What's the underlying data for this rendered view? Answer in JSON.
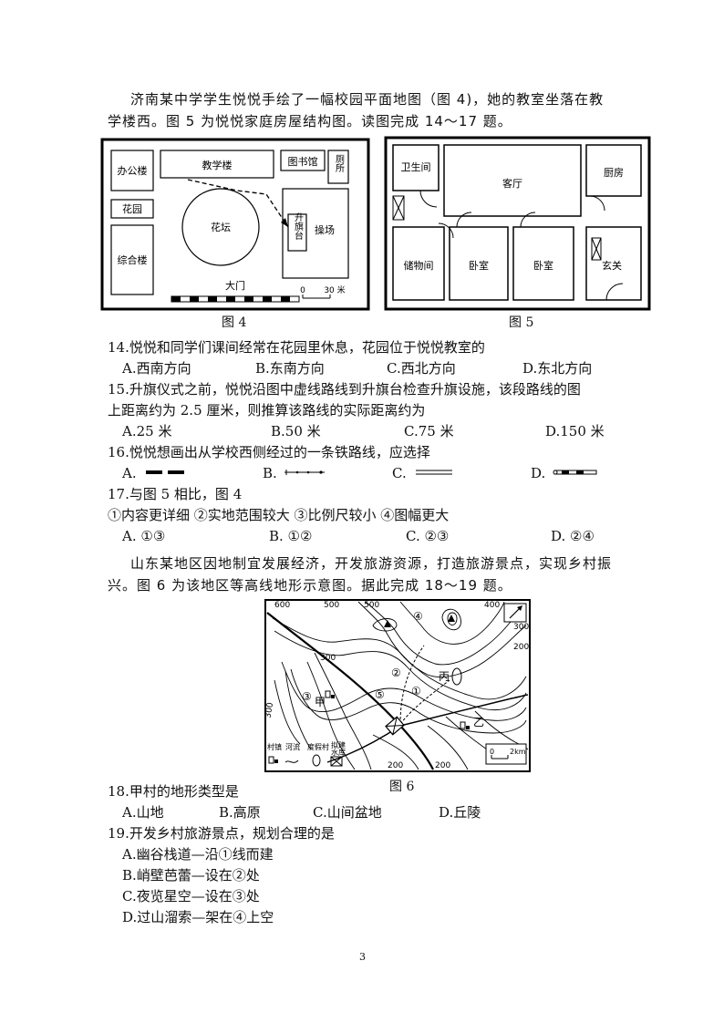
{
  "intro1": {
    "line1": "济南某中学学生悦悦手绘了一幅校园平面地图（图 4)，她的教室坐落在教",
    "line2": "学楼西。图 5 为悦悦家庭房屋结构图。读图完成 14～17 题。"
  },
  "fig4": {
    "caption": "图 4",
    "labels": {
      "office": "办公楼",
      "teaching": "教学楼",
      "library": "图书馆",
      "toilet": "厕所",
      "garden": "花园",
      "flowerbed": "花坛",
      "flag": "升旗台",
      "playground": "操场",
      "complex": "综合楼",
      "gate": "大门"
    },
    "scale": {
      "zero": "0",
      "value": "30 米"
    }
  },
  "fig5": {
    "caption": "图 5",
    "labels": {
      "bathroom": "卫生间",
      "living": "客厅",
      "kitchen": "厨房",
      "storage": "储物间",
      "bedroom1": "卧室",
      "bedroom2": "卧室",
      "entrance": "玄关"
    }
  },
  "q14": {
    "stem": "14.悦悦和同学们课间经常在花园里休息，花园位于悦悦教室的",
    "a": "A.西南方向",
    "b": "B.东南方向",
    "c": "C.西北方向",
    "d": "D.东北方向"
  },
  "q15": {
    "stem1": "15.升旗仪式之前，悦悦沿图中虚线路线到升旗台检查升旗设施，该段路线的图",
    "stem2": "上距离约为 2.5 厘米，则推算该路线的实际距离约为",
    "a": "A.25 米",
    "b": "B.50 米",
    "c": "C.75 米",
    "d": "D.150 米"
  },
  "q16": {
    "stem": "16.悦悦想画出从学校西侧经过的一条铁路线，应选择",
    "a": "A.",
    "b": "B.",
    "c": "C.",
    "d": "D."
  },
  "q17": {
    "stem": "17.与图 5 相比，图 4",
    "items": "①内容更详细    ②实地范围较大    ③比例尺较小      ④图幅更大",
    "a": "A. ①③",
    "b": "B. ①②",
    "c": "C. ②③",
    "d": "D. ②④"
  },
  "intro2": {
    "line1": "山东某地区因地制宜发展经济，开发旅游资源，打造旅游景点，实现乡村振",
    "line2": "兴。图 6 为该地区等高线地形示意图。据此完成 18～19 题。"
  },
  "fig6": {
    "caption": "图 6",
    "contours": [
      "600",
      "500",
      "500",
      "400",
      "300",
      "200",
      "300",
      "300",
      "200",
      "200"
    ],
    "points": [
      "①",
      "②",
      "③",
      "④",
      "⑤"
    ],
    "villages": {
      "jia": "甲",
      "yi": "乙",
      "bing": "丙"
    },
    "legend": {
      "village": "村镇",
      "river": "河流",
      "resort": "度假村",
      "reservoir1": "拟建",
      "reservoir2": "水库"
    },
    "scale": {
      "zero": "0",
      "value": "2km"
    }
  },
  "q18": {
    "stem": "18.甲村的地形类型是",
    "a": "A.山地",
    "b": "B.高原",
    "c": "C.山间盆地",
    "d": "D.丘陵"
  },
  "q19": {
    "stem": "19.开发乡村旅游景点，规划合理的是",
    "a": "A.幽谷栈道—沿①线而建",
    "b": "B.峭壁芭蕾—设在②处",
    "c": "C.夜览星空—设在③处",
    "d": "D.过山溜索—架在④上空"
  },
  "page_number": "3"
}
